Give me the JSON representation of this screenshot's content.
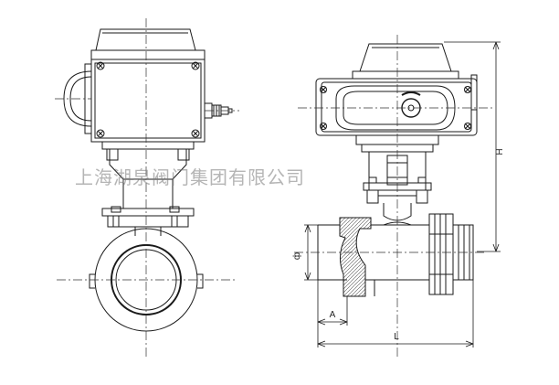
{
  "watermark": "上海湖泉阀门集团有限公司",
  "dimensions": {
    "height_label": "H",
    "diameter_label": "ф",
    "a_label": "A",
    "length_label": "L"
  },
  "colors": {
    "line": "#1a1a1a",
    "hatch": "#555555",
    "center_line": "#333333"
  }
}
